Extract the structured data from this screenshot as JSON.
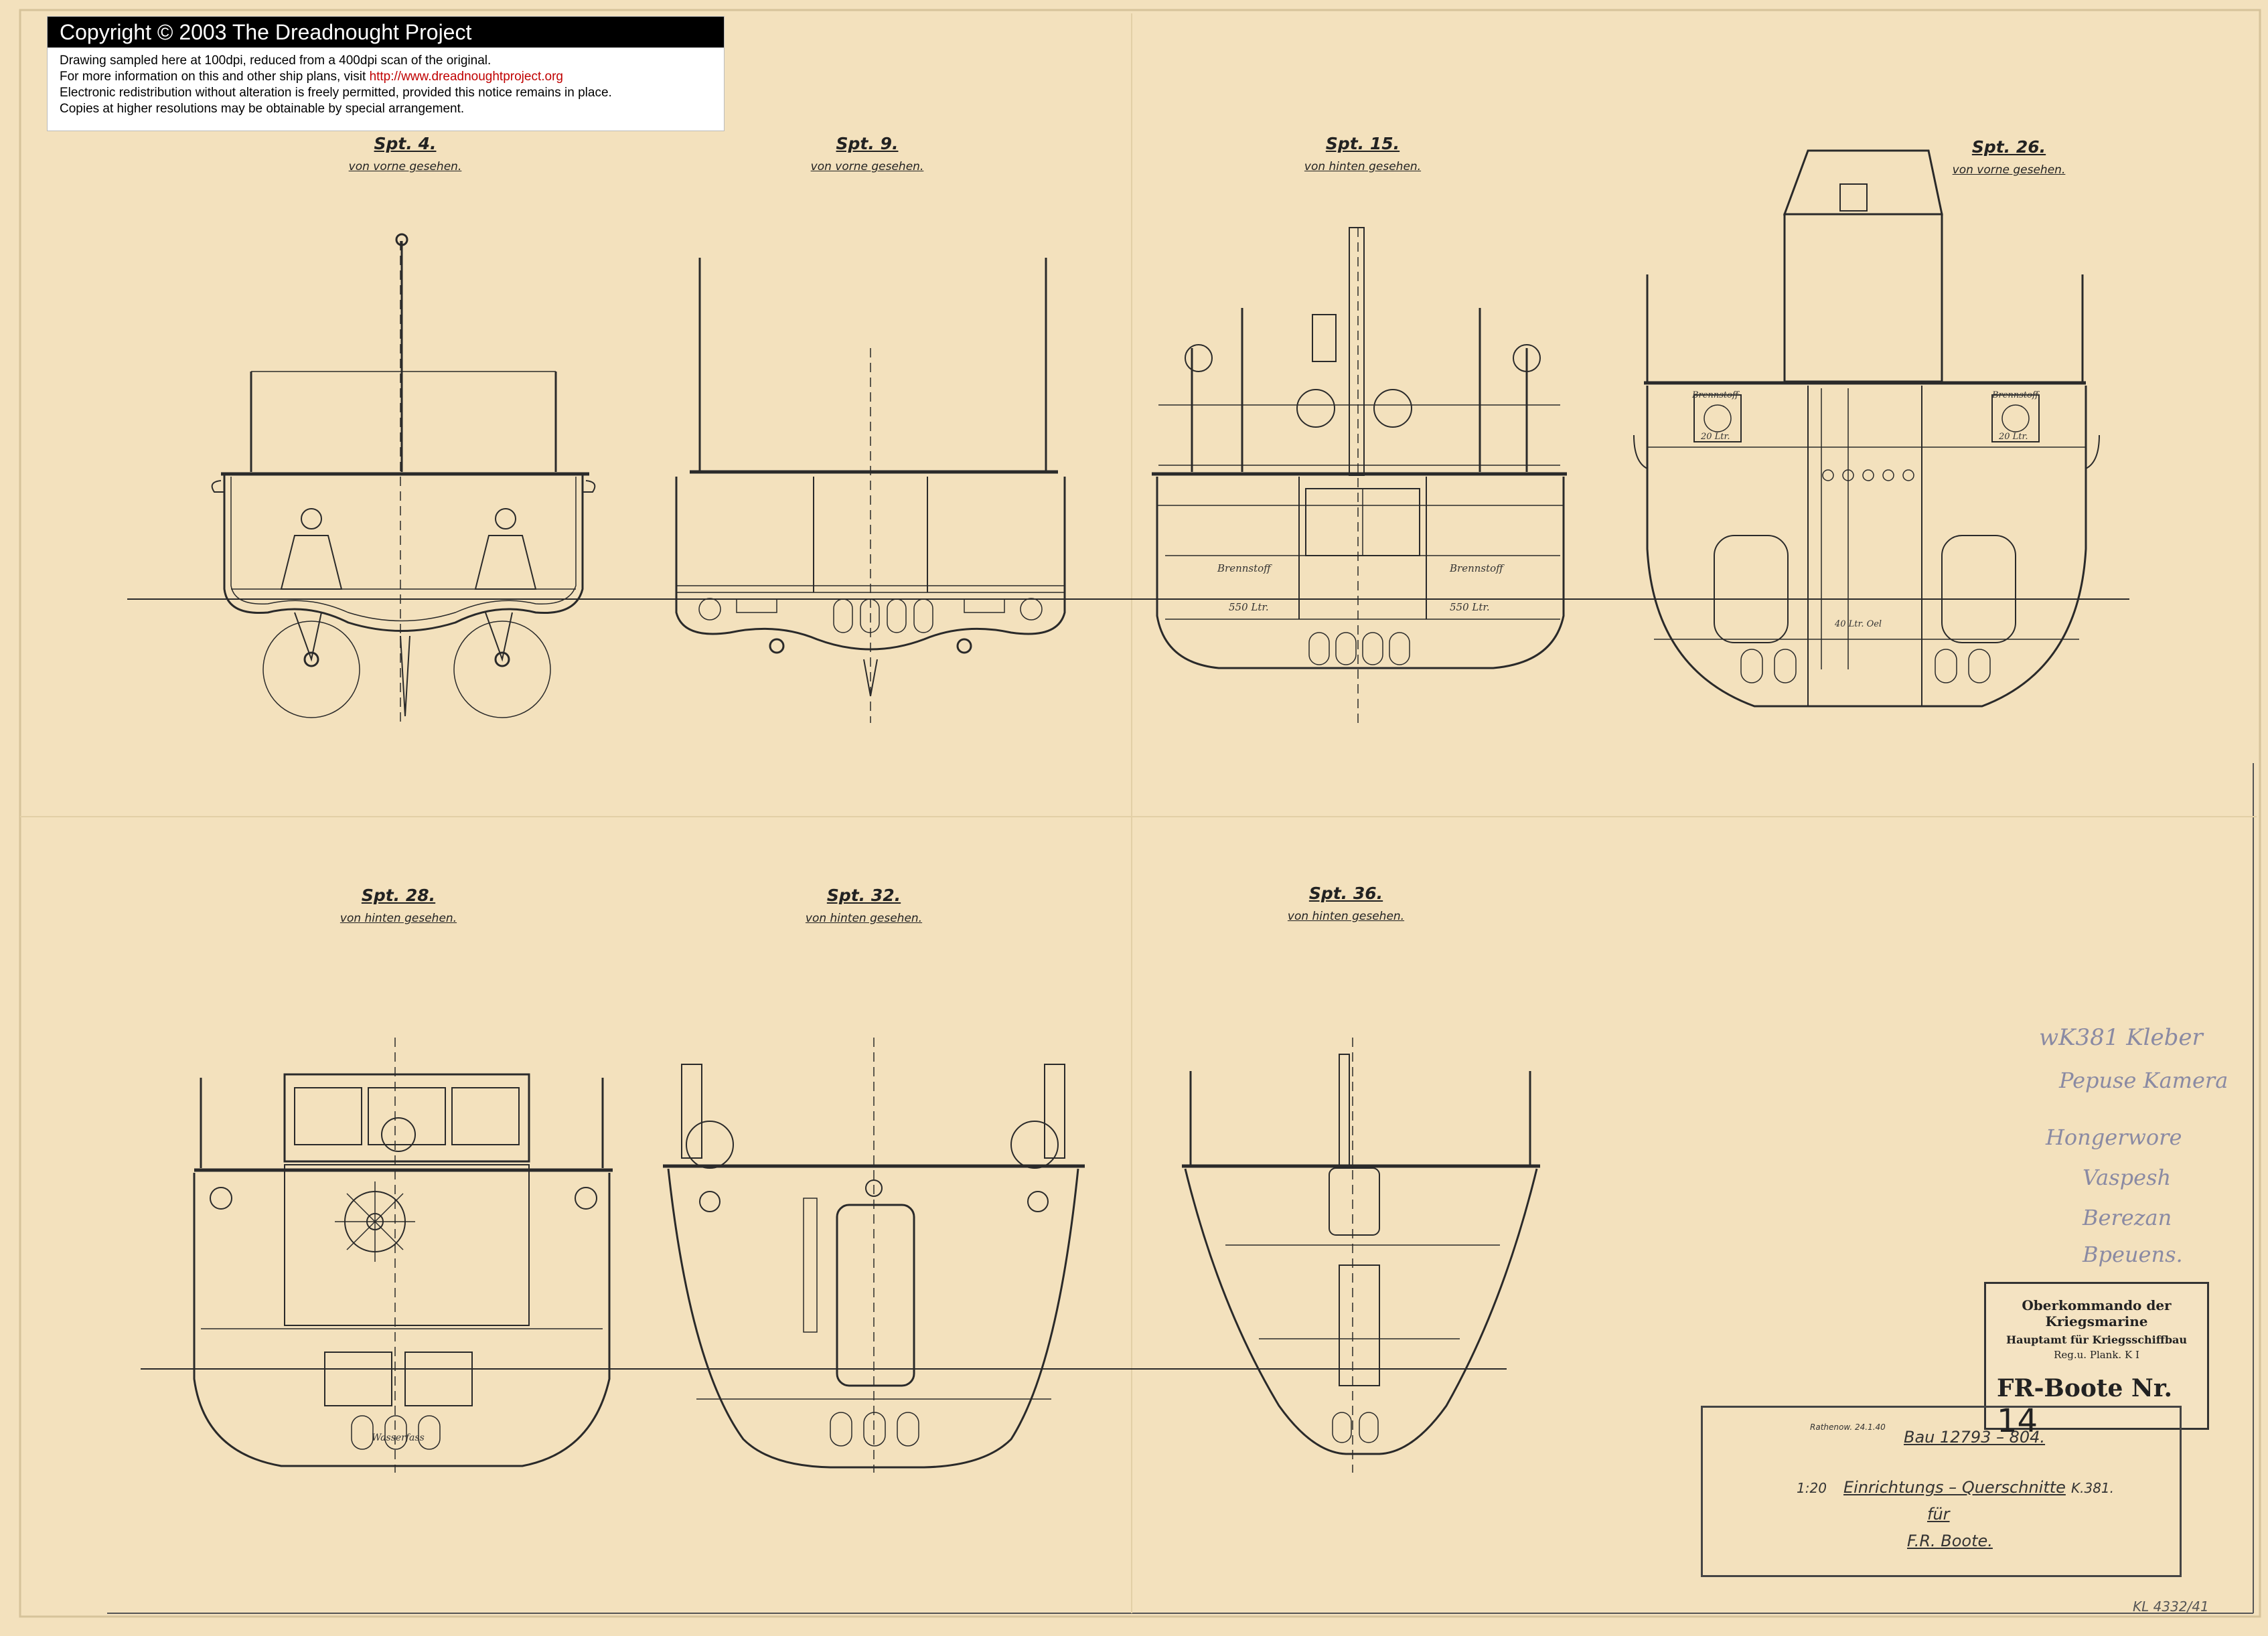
{
  "notice": {
    "title": "Copyright © 2003 The Dreadnought Project",
    "line1": "Drawing sampled here at 100dpi, reduced from a 400dpi scan of the original.",
    "line2_prefix": "For more information on this and other ship plans, visit ",
    "line2_link": "http://www.dreadnoughtproject.org",
    "line3": "Electronic redistribution without alteration is freely permitted, provided this notice remains in place.",
    "line4": "Copies at higher resolutions may be obtainable by special arrangement."
  },
  "sections": [
    {
      "title": "Spt. 4.",
      "subtitle": "von vorne gesehen."
    },
    {
      "title": "Spt. 9.",
      "subtitle": "von vorne gesehen."
    },
    {
      "title": "Spt. 15.",
      "subtitle": "von hinten gesehen."
    },
    {
      "title": "Spt. 26.",
      "subtitle": "von vorne gesehen."
    },
    {
      "title": "Spt. 28.",
      "subtitle": "von hinten gesehen."
    },
    {
      "title": "Spt. 32.",
      "subtitle": "von hinten gesehen."
    },
    {
      "title": "Spt. 36.",
      "subtitle": "von hinten gesehen."
    }
  ],
  "annotations": {
    "brennstoff": "Brennstoff",
    "ltr550": "550 Ltr.",
    "ltr20": "20 Ltr.",
    "ltr40": "40 Ltr. Oel",
    "wasser": "Wasserfass"
  },
  "stamp": {
    "line1": "Oberkommando der Kriegsmarine",
    "line2": "Hauptamt für Kriegsschiffbau",
    "line3": "Reg.u. Plank. K I",
    "line4": "FR-Boote Nr.",
    "number": "14"
  },
  "title_block": {
    "date": "Rathenow. 24.1.40",
    "bau": "Bau 12793 – 804.",
    "scale": "1:20",
    "title": "Einrichtungs – Querschnitte",
    "fuer": "für",
    "boats": "F.R. Boote.",
    "code": "K.381."
  },
  "handwritten": [
    "wK381 Kleber",
    "Pepuse Kamera",
    "Hongerwore",
    "Vaspesh",
    "Berezan",
    "Bpeuens."
  ],
  "reference": "KL 4332/41",
  "colors": {
    "paper": "#f3e1bd",
    "ink": "#2a2a2a",
    "pencil": "#8a8aa3",
    "link": "#c00000"
  }
}
